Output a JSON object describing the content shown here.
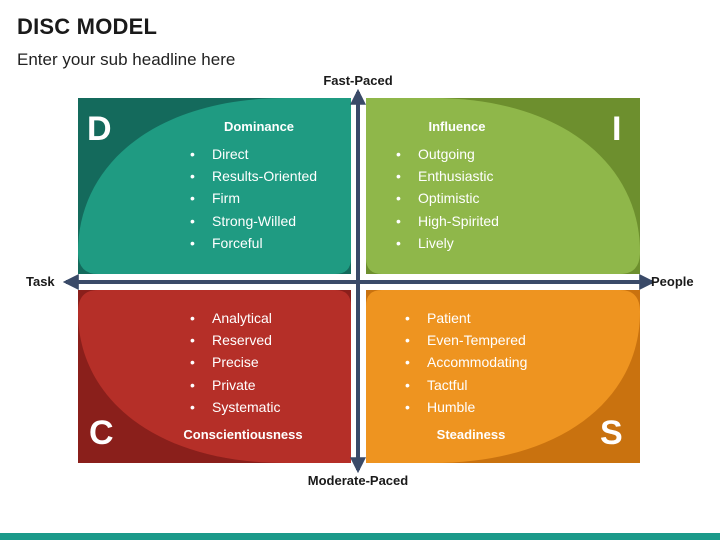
{
  "title": "DISC MODEL",
  "subtitle": "Enter your sub headline here",
  "axes": {
    "top": "Fast-Paced",
    "bottom": "Moderate-Paced",
    "left": "Task",
    "right": "People"
  },
  "quadrants": [
    {
      "id": "d",
      "letter": "D",
      "title": "Dominance",
      "traits": [
        "Direct",
        "Results-Oriented",
        "Firm",
        "Strong-Willed",
        "Forceful"
      ],
      "colors": {
        "outer": "#146a5c",
        "inner": "#1f9b82"
      }
    },
    {
      "id": "i",
      "letter": "I",
      "title": "Influence",
      "traits": [
        "Outgoing",
        "Enthusiastic",
        "Optimistic",
        "High-Spirited",
        "Lively"
      ],
      "colors": {
        "outer": "#6d8f2e",
        "inner": "#8fb74a"
      }
    },
    {
      "id": "c",
      "letter": "C",
      "title": "Conscientiousness",
      "traits": [
        "Analytical",
        "Reserved",
        "Precise",
        "Private",
        "Systematic"
      ],
      "colors": {
        "outer": "#8a1f1b",
        "inner": "#b52f28"
      }
    },
    {
      "id": "s",
      "letter": "S",
      "title": "Steadiness",
      "traits": [
        "Patient",
        "Even-Tempered",
        "Accommodating",
        "Tactful",
        "Humble"
      ],
      "colors": {
        "outer": "#c9720f",
        "inner": "#ee9420"
      }
    }
  ],
  "colors": {
    "arrow": "#3a4a68",
    "footer": "#1b9a8a"
  }
}
